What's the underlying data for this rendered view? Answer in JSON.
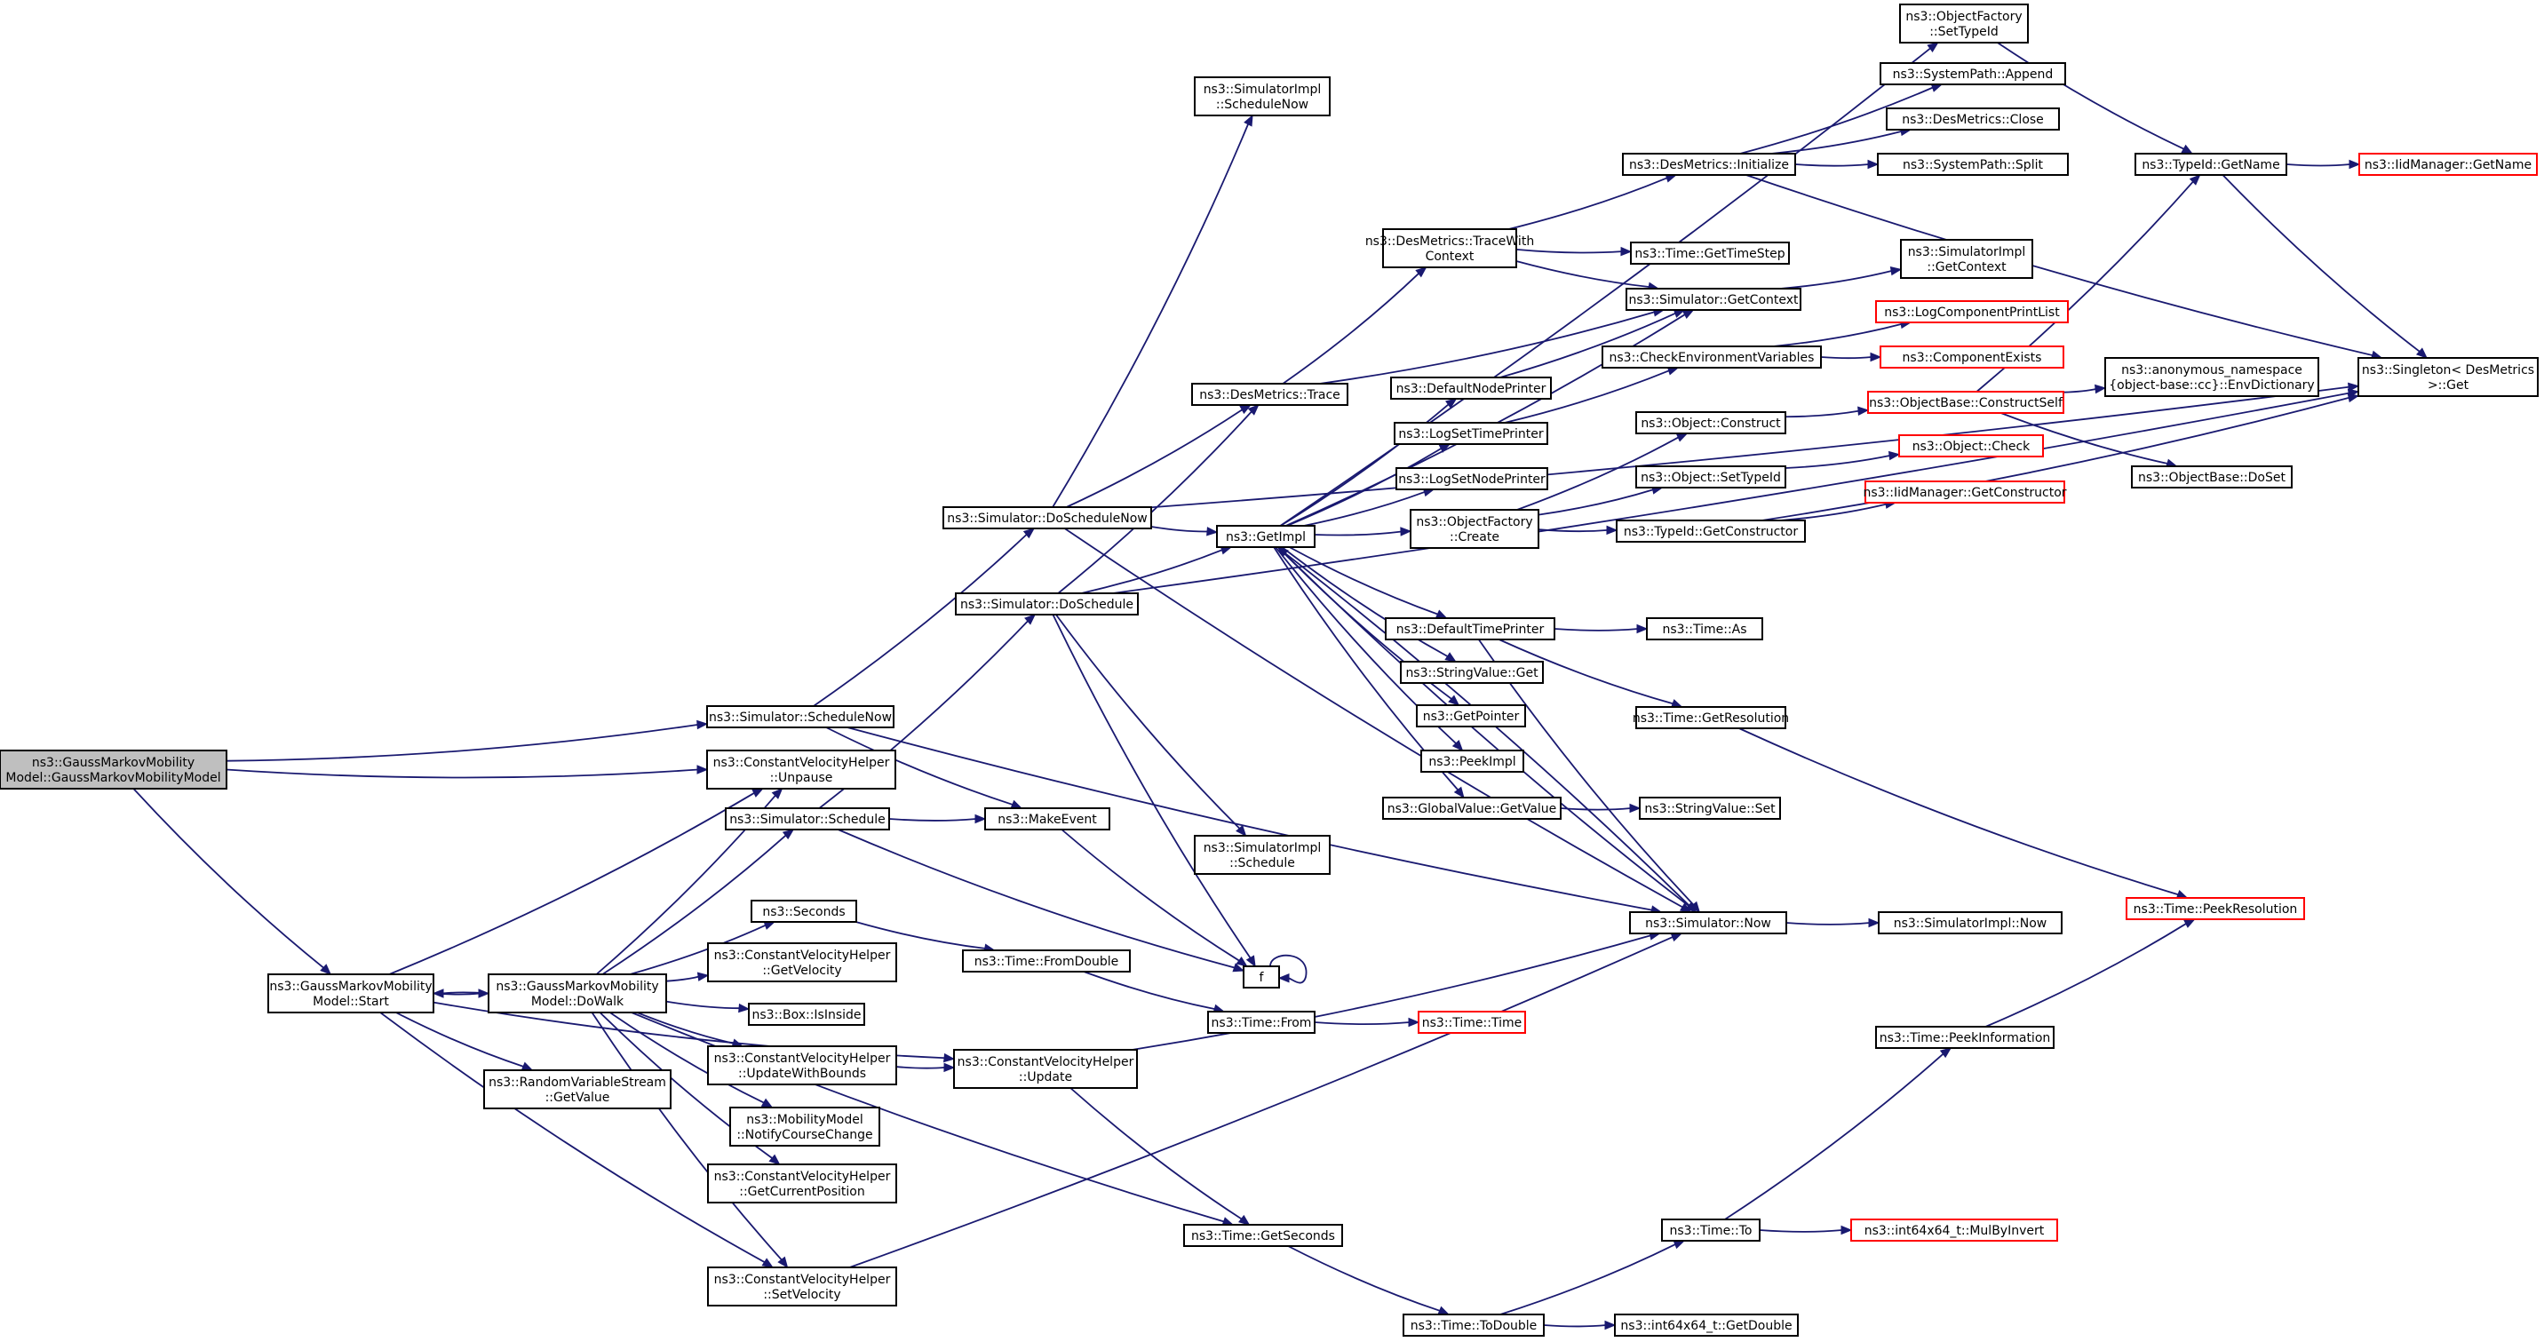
{
  "colors": {
    "edge": "#191970",
    "border_normal": "#000000",
    "border_truncated": "#ff0000",
    "fill_root": "#bfbfbf",
    "fill": "#ffffff"
  },
  "nodes": [
    {
      "id": "root",
      "lines": [
        "ns3::GaussMarkovMobility",
        "Model::GaussMarkovMobilityModel"
      ],
      "kind": "root"
    },
    {
      "id": "start",
      "lines": [
        "ns3::GaussMarkovMobility",
        "Model::Start"
      ],
      "kind": "normal"
    },
    {
      "id": "dowalk",
      "lines": [
        "ns3::GaussMarkovMobility",
        "Model::DoWalk"
      ],
      "kind": "normal"
    },
    {
      "id": "rvsget",
      "lines": [
        "ns3::RandomVariableStream",
        "::GetValue"
      ],
      "kind": "normal"
    },
    {
      "id": "schednow",
      "lines": [
        "ns3::Simulator::ScheduleNow"
      ],
      "kind": "normal"
    },
    {
      "id": "unpause",
      "lines": [
        "ns3::ConstantVelocityHelper",
        "::Unpause"
      ],
      "kind": "normal"
    },
    {
      "id": "schedule",
      "lines": [
        "ns3::Simulator::Schedule"
      ],
      "kind": "normal"
    },
    {
      "id": "seconds",
      "lines": [
        "ns3::Seconds"
      ],
      "kind": "normal"
    },
    {
      "id": "getvel",
      "lines": [
        "ns3::ConstantVelocityHelper",
        "::GetVelocity"
      ],
      "kind": "normal"
    },
    {
      "id": "isinside",
      "lines": [
        "ns3::Box::IsInside"
      ],
      "kind": "normal"
    },
    {
      "id": "updbounds",
      "lines": [
        "ns3::ConstantVelocityHelper",
        "::UpdateWithBounds"
      ],
      "kind": "normal"
    },
    {
      "id": "notify",
      "lines": [
        "ns3::MobilityModel",
        "::NotifyCourseChange"
      ],
      "kind": "normal"
    },
    {
      "id": "getcurpos",
      "lines": [
        "ns3::ConstantVelocityHelper",
        "::GetCurrentPosition"
      ],
      "kind": "normal"
    },
    {
      "id": "setvel",
      "lines": [
        "ns3::ConstantVelocityHelper",
        "::SetVelocity"
      ],
      "kind": "normal"
    },
    {
      "id": "doschednow",
      "lines": [
        "ns3::Simulator::DoScheduleNow"
      ],
      "kind": "normal"
    },
    {
      "id": "dosched",
      "lines": [
        "ns3::Simulator::DoSchedule"
      ],
      "kind": "normal"
    },
    {
      "id": "makeevent",
      "lines": [
        "ns3::MakeEvent"
      ],
      "kind": "normal"
    },
    {
      "id": "fromdouble",
      "lines": [
        "ns3::Time::FromDouble"
      ],
      "kind": "normal"
    },
    {
      "id": "cvupdate",
      "lines": [
        "ns3::ConstantVelocityHelper",
        "::Update"
      ],
      "kind": "normal"
    },
    {
      "id": "implschednow",
      "lines": [
        "ns3::SimulatorImpl",
        "::ScheduleNow"
      ],
      "kind": "normal"
    },
    {
      "id": "dmtrace",
      "lines": [
        "ns3::DesMetrics::Trace"
      ],
      "kind": "normal"
    },
    {
      "id": "implschedule",
      "lines": [
        "ns3::SimulatorImpl",
        "::Schedule"
      ],
      "kind": "normal"
    },
    {
      "id": "f",
      "lines": [
        "f"
      ],
      "kind": "normal"
    },
    {
      "id": "timefrom",
      "lines": [
        "ns3::Time::From"
      ],
      "kind": "normal"
    },
    {
      "id": "getseconds",
      "lines": [
        "ns3::Time::GetSeconds"
      ],
      "kind": "normal"
    },
    {
      "id": "getimpl",
      "lines": [
        "ns3::GetImpl"
      ],
      "kind": "normal"
    },
    {
      "id": "dmtracectx",
      "lines": [
        "ns3::DesMetrics::TraceWith",
        "Context"
      ],
      "kind": "normal"
    },
    {
      "id": "defnodeprinter",
      "lines": [
        "ns3::DefaultNodePrinter"
      ],
      "kind": "normal"
    },
    {
      "id": "logsettime",
      "lines": [
        "ns3::LogSetTimePrinter"
      ],
      "kind": "normal"
    },
    {
      "id": "logsetnode",
      "lines": [
        "ns3::LogSetNodePrinter"
      ],
      "kind": "normal"
    },
    {
      "id": "ofcreate",
      "lines": [
        "ns3::ObjectFactory",
        "::Create"
      ],
      "kind": "normal"
    },
    {
      "id": "deftimeprinter",
      "lines": [
        "ns3::DefaultTimePrinter"
      ],
      "kind": "normal"
    },
    {
      "id": "strvalget",
      "lines": [
        "ns3::StringValue::Get"
      ],
      "kind": "normal"
    },
    {
      "id": "getpointer",
      "lines": [
        "ns3::GetPointer"
      ],
      "kind": "normal"
    },
    {
      "id": "peekimpl",
      "lines": [
        "ns3::PeekImpl"
      ],
      "kind": "normal"
    },
    {
      "id": "gvgetvalue",
      "lines": [
        "ns3::GlobalValue::GetValue"
      ],
      "kind": "normal"
    },
    {
      "id": "timetime",
      "lines": [
        "ns3::Time::Time"
      ],
      "kind": "truncated"
    },
    {
      "id": "todouble",
      "lines": [
        "ns3::Time::ToDouble"
      ],
      "kind": "normal"
    },
    {
      "id": "ofsettypeid",
      "lines": [
        "ns3::ObjectFactory",
        "::SetTypeId"
      ],
      "kind": "normal"
    },
    {
      "id": "dminit",
      "lines": [
        "ns3::DesMetrics::Initialize"
      ],
      "kind": "normal"
    },
    {
      "id": "gettimestep",
      "lines": [
        "ns3::Time::GetTimeStep"
      ],
      "kind": "normal"
    },
    {
      "id": "simgetctx",
      "lines": [
        "ns3::Simulator::GetContext"
      ],
      "kind": "normal"
    },
    {
      "id": "checkenv",
      "lines": [
        "ns3::CheckEnvironmentVariables"
      ],
      "kind": "normal"
    },
    {
      "id": "objconstruct",
      "lines": [
        "ns3::Object::Construct"
      ],
      "kind": "normal"
    },
    {
      "id": "objsettypeid",
      "lines": [
        "ns3::Object::SetTypeId"
      ],
      "kind": "normal"
    },
    {
      "id": "tidgetctor",
      "lines": [
        "ns3::TypeId::GetConstructor"
      ],
      "kind": "normal"
    },
    {
      "id": "timeas",
      "lines": [
        "ns3::Time::As"
      ],
      "kind": "normal"
    },
    {
      "id": "getres",
      "lines": [
        "ns3::Time::GetResolution"
      ],
      "kind": "normal"
    },
    {
      "id": "strvalset",
      "lines": [
        "ns3::StringValue::Set"
      ],
      "kind": "normal"
    },
    {
      "id": "simnow",
      "lines": [
        "ns3::Simulator::Now"
      ],
      "kind": "normal"
    },
    {
      "id": "timeto",
      "lines": [
        "ns3::Time::To"
      ],
      "kind": "normal"
    },
    {
      "id": "getdouble",
      "lines": [
        "ns3::int64x64_t::GetDouble"
      ],
      "kind": "normal"
    },
    {
      "id": "sysappend",
      "lines": [
        "ns3::SystemPath::Append"
      ],
      "kind": "normal"
    },
    {
      "id": "dmclose",
      "lines": [
        "ns3::DesMetrics::Close"
      ],
      "kind": "normal"
    },
    {
      "id": "syssplit",
      "lines": [
        "ns3::SystemPath::Split"
      ],
      "kind": "normal"
    },
    {
      "id": "implgetctx",
      "lines": [
        "ns3::SimulatorImpl",
        "::GetContext"
      ],
      "kind": "normal"
    },
    {
      "id": "logcompprint",
      "lines": [
        "ns3::LogComponentPrintList"
      ],
      "kind": "truncated"
    },
    {
      "id": "compexists",
      "lines": [
        "ns3::ComponentExists"
      ],
      "kind": "truncated"
    },
    {
      "id": "obconstructself",
      "lines": [
        "ns3::ObjectBase::ConstructSelf"
      ],
      "kind": "truncated"
    },
    {
      "id": "objcheck",
      "lines": [
        "ns3::Object::Check"
      ],
      "kind": "truncated"
    },
    {
      "id": "iidgetctor",
      "lines": [
        "ns3::IidManager::GetConstructor"
      ],
      "kind": "truncated"
    },
    {
      "id": "implnow",
      "lines": [
        "ns3::SimulatorImpl::Now"
      ],
      "kind": "normal"
    },
    {
      "id": "peekinfo",
      "lines": [
        "ns3::Time::PeekInformation"
      ],
      "kind": "normal"
    },
    {
      "id": "mulbyinvert",
      "lines": [
        "ns3::int64x64_t::MulByInvert"
      ],
      "kind": "truncated"
    },
    {
      "id": "tidgetname",
      "lines": [
        "ns3::TypeId::GetName"
      ],
      "kind": "normal"
    },
    {
      "id": "envdict",
      "lines": [
        "ns3::anonymous_namespace",
        "{object-base::cc}::EnvDictionary"
      ],
      "kind": "normal"
    },
    {
      "id": "obdoset",
      "lines": [
        "ns3::ObjectBase::DoSet"
      ],
      "kind": "normal"
    },
    {
      "id": "peekres",
      "lines": [
        "ns3::Time::PeekResolution"
      ],
      "kind": "truncated"
    },
    {
      "id": "iidgetname",
      "lines": [
        "ns3::IidManager::GetName"
      ],
      "kind": "truncated"
    },
    {
      "id": "singleton",
      "lines": [
        "ns3::Singleton< DesMetrics",
        " >::Get"
      ],
      "kind": "normal"
    }
  ],
  "edges": [
    [
      "root",
      "schednow"
    ],
    [
      "root",
      "unpause"
    ],
    [
      "root",
      "start"
    ],
    [
      "start",
      "unpause"
    ],
    [
      "start",
      "dowalk"
    ],
    [
      "start",
      "rvsget"
    ],
    [
      "start",
      "cvupdate"
    ],
    [
      "start",
      "setvel"
    ],
    [
      "dowalk",
      "start"
    ],
    [
      "dowalk",
      "unpause"
    ],
    [
      "dowalk",
      "schedule"
    ],
    [
      "dowalk",
      "seconds"
    ],
    [
      "dowalk",
      "getvel"
    ],
    [
      "dowalk",
      "isinside"
    ],
    [
      "dowalk",
      "updbounds"
    ],
    [
      "dowalk",
      "notify"
    ],
    [
      "dowalk",
      "getcurpos"
    ],
    [
      "dowalk",
      "setvel"
    ],
    [
      "dowalk",
      "getseconds"
    ],
    [
      "schednow",
      "doschednow"
    ],
    [
      "schednow",
      "makeevent"
    ],
    [
      "schednow",
      "simnow"
    ],
    [
      "schedule",
      "dosched"
    ],
    [
      "schedule",
      "makeevent"
    ],
    [
      "schedule",
      "f"
    ],
    [
      "seconds",
      "fromdouble"
    ],
    [
      "fromdouble",
      "timefrom"
    ],
    [
      "timefrom",
      "timetime"
    ],
    [
      "updbounds",
      "cvupdate"
    ],
    [
      "cvupdate",
      "simnow"
    ],
    [
      "cvupdate",
      "getseconds"
    ],
    [
      "setvel",
      "simnow"
    ],
    [
      "getseconds",
      "todouble"
    ],
    [
      "doschednow",
      "implschednow"
    ],
    [
      "doschednow",
      "dmtrace"
    ],
    [
      "doschednow",
      "getimpl"
    ],
    [
      "doschednow",
      "simnow"
    ],
    [
      "doschednow",
      "singleton"
    ],
    [
      "dosched",
      "dmtrace"
    ],
    [
      "dosched",
      "getimpl"
    ],
    [
      "dosched",
      "implschedule"
    ],
    [
      "dosched",
      "f"
    ],
    [
      "dosched",
      "singleton"
    ],
    [
      "makeevent",
      "f"
    ],
    [
      "f",
      "f"
    ],
    [
      "dmtrace",
      "dmtracectx"
    ],
    [
      "dmtrace",
      "simgetctx"
    ],
    [
      "getimpl",
      "ofsettypeid"
    ],
    [
      "getimpl",
      "simgetctx"
    ],
    [
      "getimpl",
      "defnodeprinter"
    ],
    [
      "getimpl",
      "logsettime"
    ],
    [
      "getimpl",
      "logsetnode"
    ],
    [
      "getimpl",
      "ofcreate"
    ],
    [
      "getimpl",
      "deftimeprinter"
    ],
    [
      "getimpl",
      "strvalget"
    ],
    [
      "getimpl",
      "getpointer"
    ],
    [
      "getimpl",
      "peekimpl"
    ],
    [
      "getimpl",
      "gvgetvalue"
    ],
    [
      "getimpl",
      "simnow"
    ],
    [
      "simnow",
      "getimpl"
    ],
    [
      "simnow",
      "implnow"
    ],
    [
      "dmtracectx",
      "dminit"
    ],
    [
      "dmtracectx",
      "gettimestep"
    ],
    [
      "dmtracectx",
      "simgetctx"
    ],
    [
      "defnodeprinter",
      "simgetctx"
    ],
    [
      "logsettime",
      "checkenv"
    ],
    [
      "ofcreate",
      "objconstruct"
    ],
    [
      "ofcreate",
      "objsettypeid"
    ],
    [
      "ofcreate",
      "tidgetctor"
    ],
    [
      "deftimeprinter",
      "timeas"
    ],
    [
      "deftimeprinter",
      "getres"
    ],
    [
      "deftimeprinter",
      "simnow"
    ],
    [
      "gvgetvalue",
      "strvalset"
    ],
    [
      "getres",
      "peekres"
    ],
    [
      "todouble",
      "timeto"
    ],
    [
      "todouble",
      "getdouble"
    ],
    [
      "timeto",
      "peekinfo"
    ],
    [
      "timeto",
      "mulbyinvert"
    ],
    [
      "peekinfo",
      "peekres"
    ],
    [
      "ofsettypeid",
      "tidgetname"
    ],
    [
      "dminit",
      "sysappend"
    ],
    [
      "dminit",
      "dmclose"
    ],
    [
      "dminit",
      "syssplit"
    ],
    [
      "dminit",
      "singleton"
    ],
    [
      "simgetctx",
      "implgetctx"
    ],
    [
      "checkenv",
      "logcompprint"
    ],
    [
      "checkenv",
      "compexists"
    ],
    [
      "objconstruct",
      "obconstructself"
    ],
    [
      "objsettypeid",
      "objcheck"
    ],
    [
      "tidgetctor",
      "iidgetctor"
    ],
    [
      "tidgetctor",
      "singleton"
    ],
    [
      "obconstructself",
      "tidgetname"
    ],
    [
      "obconstructself",
      "envdict"
    ],
    [
      "obconstructself",
      "obdoset"
    ],
    [
      "tidgetname",
      "iidgetname"
    ],
    [
      "tidgetname",
      "singleton"
    ]
  ]
}
